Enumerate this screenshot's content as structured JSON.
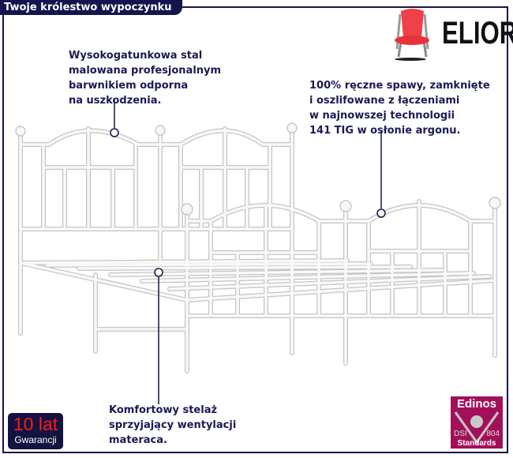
{
  "header": {
    "title": "Twoje królestwo wypoczynku"
  },
  "brand": {
    "logo_text": "ELIOR",
    "logo_icon": "red-chair-icon"
  },
  "annotations": {
    "steel": [
      "Wysokogatunkowa stal",
      "malowana profesjonalnym",
      "barwnikiem odporna",
      "na uszkodzenia."
    ],
    "welds": [
      "100% ręczne spawy, zamknięte",
      "i oszlifowane z łączeniami",
      "w najnowszej technologii",
      "141 TIG w osłonie argonu."
    ],
    "slats": [
      "Komfortowy stelaż",
      "sprzyjający wentylacji",
      "materaca."
    ]
  },
  "warranty": {
    "big": "10 lat",
    "small": "Gwarancji"
  },
  "certificate": {
    "name": "Edinos",
    "left": "DSI",
    "right": "804",
    "bottom": "Standards"
  },
  "colors": {
    "navy": "#15154d",
    "text": "#1a1a55",
    "chair_red": "#f04048",
    "cert": "#a3105a",
    "warranty_red": "#ff1a1a"
  }
}
